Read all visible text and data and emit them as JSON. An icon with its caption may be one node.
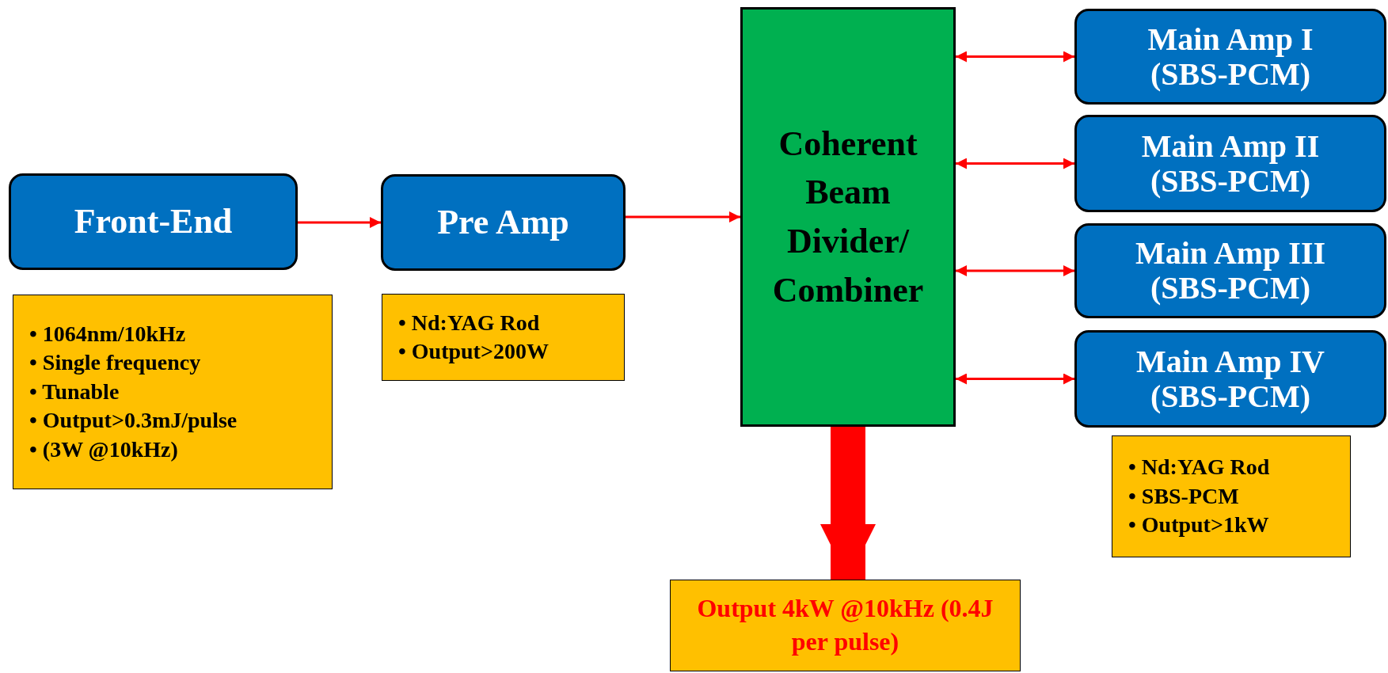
{
  "diagram": {
    "nodes": [
      {
        "text": [
          "Front-End"
        ]
      },
      {
        "text": [
          "Pre Amp"
        ]
      },
      {
        "text": [
          "Coherent Beam Divider/ Combiner"
        ]
      },
      {
        "text": [
          "Main Amp I (SBS-PCM)"
        ]
      },
      {
        "text": [
          "Main Amp II (SBS-PCM)"
        ]
      },
      {
        "text": [
          "Main Amp III (SBS-PCM)"
        ]
      },
      {
        "text": [
          "Main Amp IV (SBS-PCM)"
        ]
      },
      {
        "text": [
          "• 1064nm/10kHz",
          "• Single frequency",
          "• Tunable",
          "• Output>0.3mJ/pulse",
          "• (3W @10kHz)"
        ]
      },
      {
        "text": [
          "• Nd:YAG Rod",
          "• Output>200W"
        ]
      },
      {
        "text": [
          "• Nd:YAG Rod",
          "• SBS-PCM",
          "• Output>1kW"
        ]
      },
      {
        "text": [
          "Output 4kW @10kHz (0.4J per pulse)"
        ]
      }
    ],
    "edges": [
      {
        "from": 0,
        "to": 1,
        "arrow": "to"
      },
      {
        "from": 1,
        "to": 2,
        "arrow": "to"
      },
      {
        "from": 2,
        "to": 3,
        "arrow": "both"
      },
      {
        "from": 2,
        "to": 4,
        "arrow": "both"
      },
      {
        "from": 2,
        "to": 5,
        "arrow": "both"
      },
      {
        "from": 2,
        "to": 6,
        "arrow": "both"
      },
      {
        "from": 2,
        "to": 10,
        "arrow": "to",
        "style": "thick"
      }
    ]
  }
}
